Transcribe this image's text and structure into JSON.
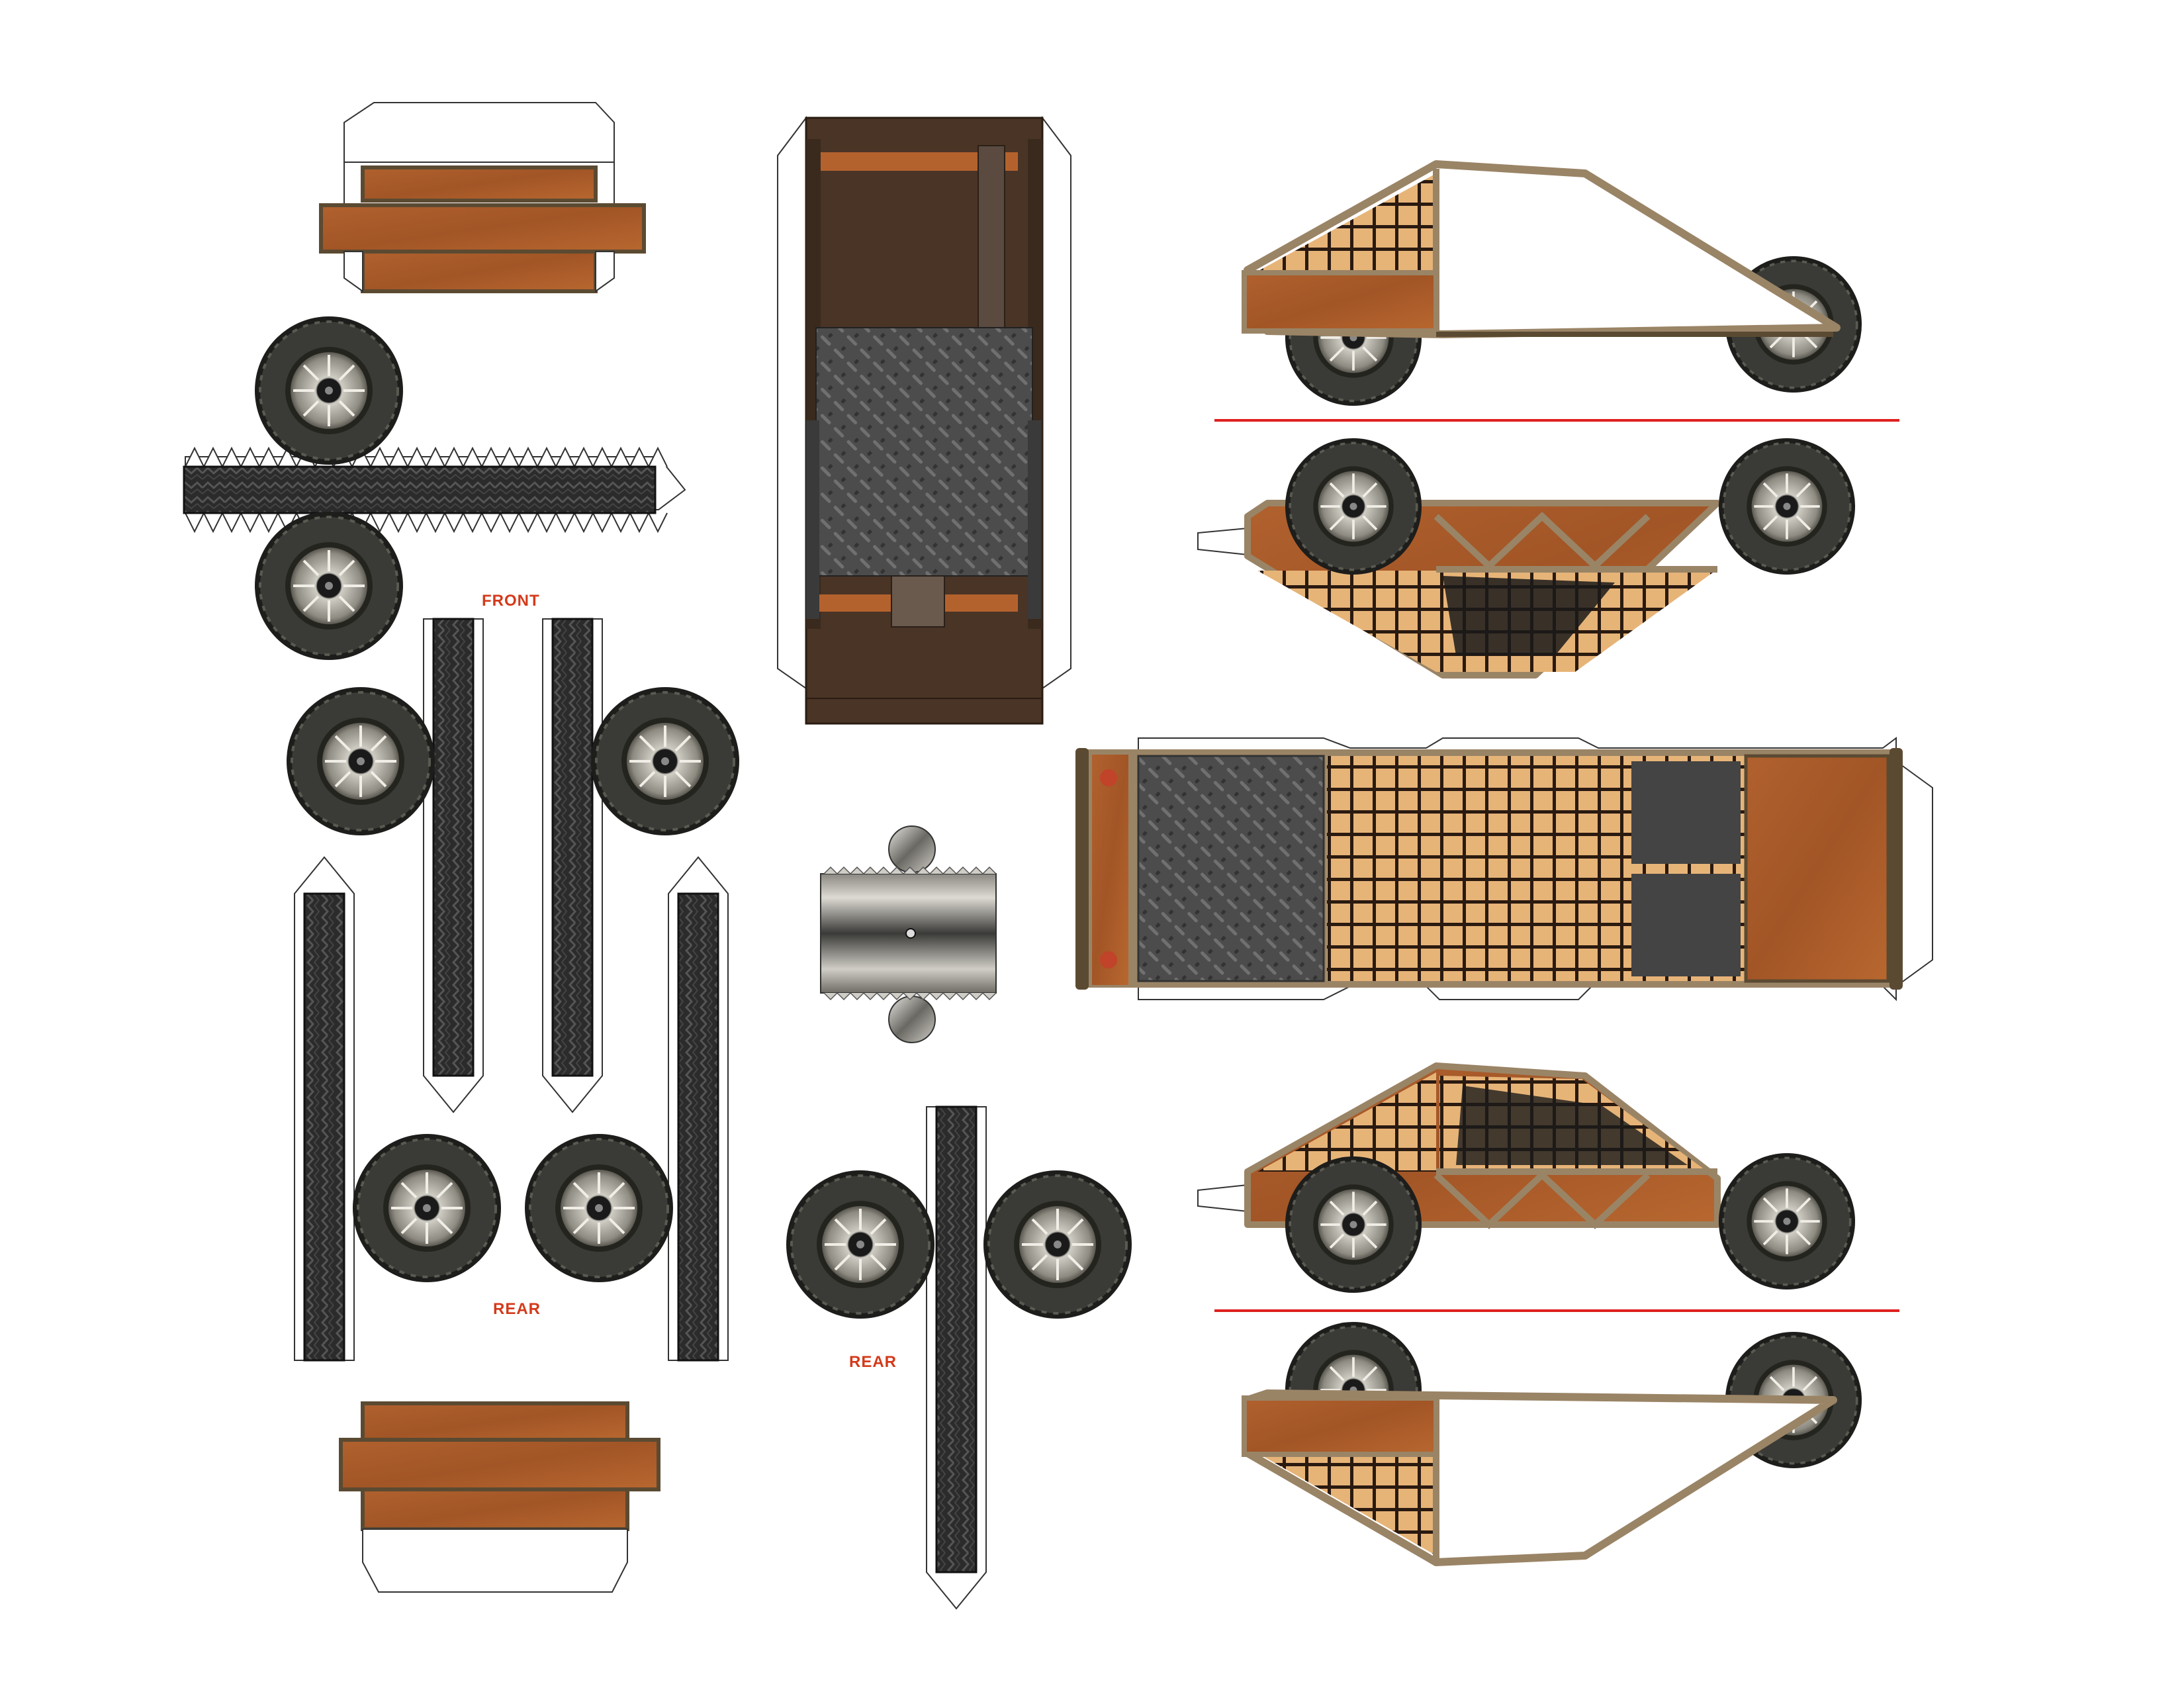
{
  "labels": {
    "front": "FRONT",
    "rear_left": "REAR",
    "rear_right": "REAR"
  },
  "colors": {
    "wood": "#a9592a",
    "wood_dark": "#7a3c18",
    "frame_tan": "#9a8466",
    "frame_dark": "#5b4a32",
    "mesh_bg": "#e7b478",
    "mesh_line": "#2a1a10",
    "floor_plate": "#4a4a4a",
    "floor_brown": "#4a3426",
    "tire": "#2a2a28",
    "rim": "#a9a79c",
    "cut_line": "#e02020",
    "label_red": "#d43a1a"
  },
  "icons": [
    "wheel-icon",
    "tire-tread-strip",
    "diamond-plate-texture",
    "mesh-grid-texture"
  ]
}
